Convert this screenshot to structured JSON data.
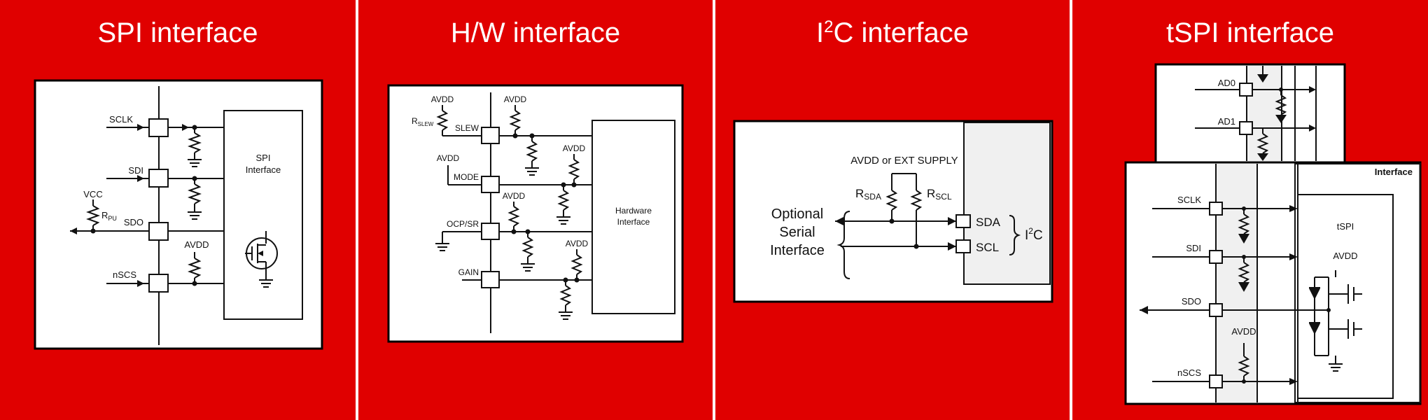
{
  "colors": {
    "panel_red": "#e00000",
    "diagram_bg": "#ffffff",
    "ink": "#111111",
    "shade": "#f0f0f0"
  },
  "panels": [
    {
      "title": "SPI interface",
      "block_label_1": "SPI",
      "block_label_2": "Interface",
      "pins": [
        "SCLK",
        "SDI",
        "SDO",
        "nSCS"
      ],
      "vcc": "VCC",
      "rpu_main": "R",
      "rpu_sub": "PU",
      "avdd": "AVDD"
    },
    {
      "title": "H/W interface",
      "block_label_1": "Hardware",
      "block_label_2": "Interface",
      "pins": [
        "SLEW",
        "MODE",
        "OCP/SR",
        "GAIN"
      ],
      "avdd": "AVDD",
      "rslew_main": "R",
      "rslew_sub": "SLEW"
    },
    {
      "title_main": "I",
      "title_sup": "2",
      "title_rest": "C interface",
      "supply": "AVDD or EXT SUPPLY",
      "rsda_main": "R",
      "rsda_sub": "SDA",
      "rscl_main": "R",
      "rscl_sub": "SCL",
      "pins": [
        "SDA",
        "SCL"
      ],
      "optional_1": "Optional",
      "optional_2": "Serial",
      "optional_3": "Interface",
      "i2c_main": "I",
      "i2c_sup": "2",
      "i2c_rest": "C"
    },
    {
      "title": "tSPI interface",
      "upper_pins": [
        "AD0",
        "AD1"
      ],
      "interface_label": "Interface",
      "block_label": "tSPI",
      "pins": [
        "SCLK",
        "SDI",
        "SDO",
        "nSCS"
      ],
      "avdd": "AVDD"
    }
  ]
}
